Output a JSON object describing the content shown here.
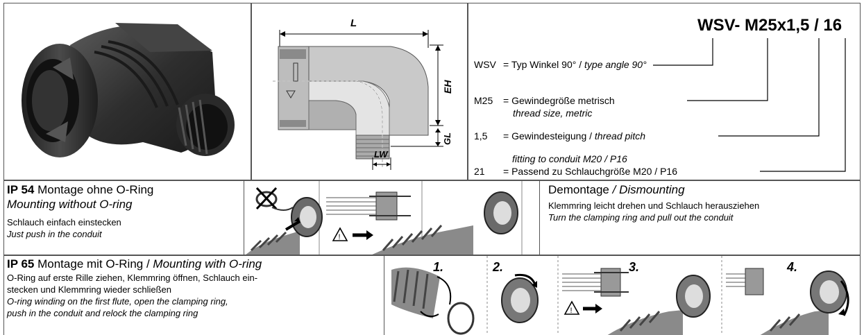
{
  "code": {
    "title": "WSV- M25x1,5 / 16",
    "rows": [
      {
        "key": "WSV",
        "de": "= Typ Winkel 90° / ",
        "en": "type angle 90°",
        "en2": ""
      },
      {
        "key": "M25",
        "de": "= Gewindegröße metrisch",
        "en": "",
        "en2": "thread size, metric"
      },
      {
        "key": "1,5",
        "de": "= Gewindesteigung / ",
        "en": "thread pitch",
        "en2": ""
      },
      {
        "key": "21",
        "de": "= Passend zu Schlauchgröße M20 / P16",
        "en": "",
        "en2": "fitting to conduit M20 / P16"
      }
    ]
  },
  "drawing": {
    "dim_l": "L",
    "dim_eh": "EH",
    "dim_gl": "GL",
    "dim_lw": "LW"
  },
  "ip54": {
    "badge": "IP 54",
    "title_de": " Montage ohne O-Ring",
    "title_en": "Mounting without O-ring",
    "text_de": "Schlauch einfach einstecken",
    "text_en": "Just push in the conduit"
  },
  "dismount": {
    "title_de": "Demontage ",
    "title_en": "/ Dismounting",
    "text_de": "Klemmring leicht drehen und Schlauch herausziehen",
    "text_en": "Turn the clamping ring and pull out the conduit"
  },
  "ip65": {
    "badge": "IP 65",
    "title_de": " Montage mit O-Ring / ",
    "title_en": "Mounting with O-ring",
    "text_de_1": "O-Ring auf erste Rille ziehen, Klemmring öffnen, Schlauch ein-",
    "text_de_2": "stecken und Klemmring wieder schließen",
    "text_en_1": "O-ring winding on the first flute, open the clamping ring,",
    "text_en_2": "push in the conduit and relock the clamping ring"
  },
  "steps": [
    "1.",
    "2.",
    "3.",
    "4."
  ],
  "colors": {
    "border": "#555555",
    "part_dark": "#2b2b2b",
    "part_grey": "#9a9a9a",
    "warning": "#000000"
  }
}
